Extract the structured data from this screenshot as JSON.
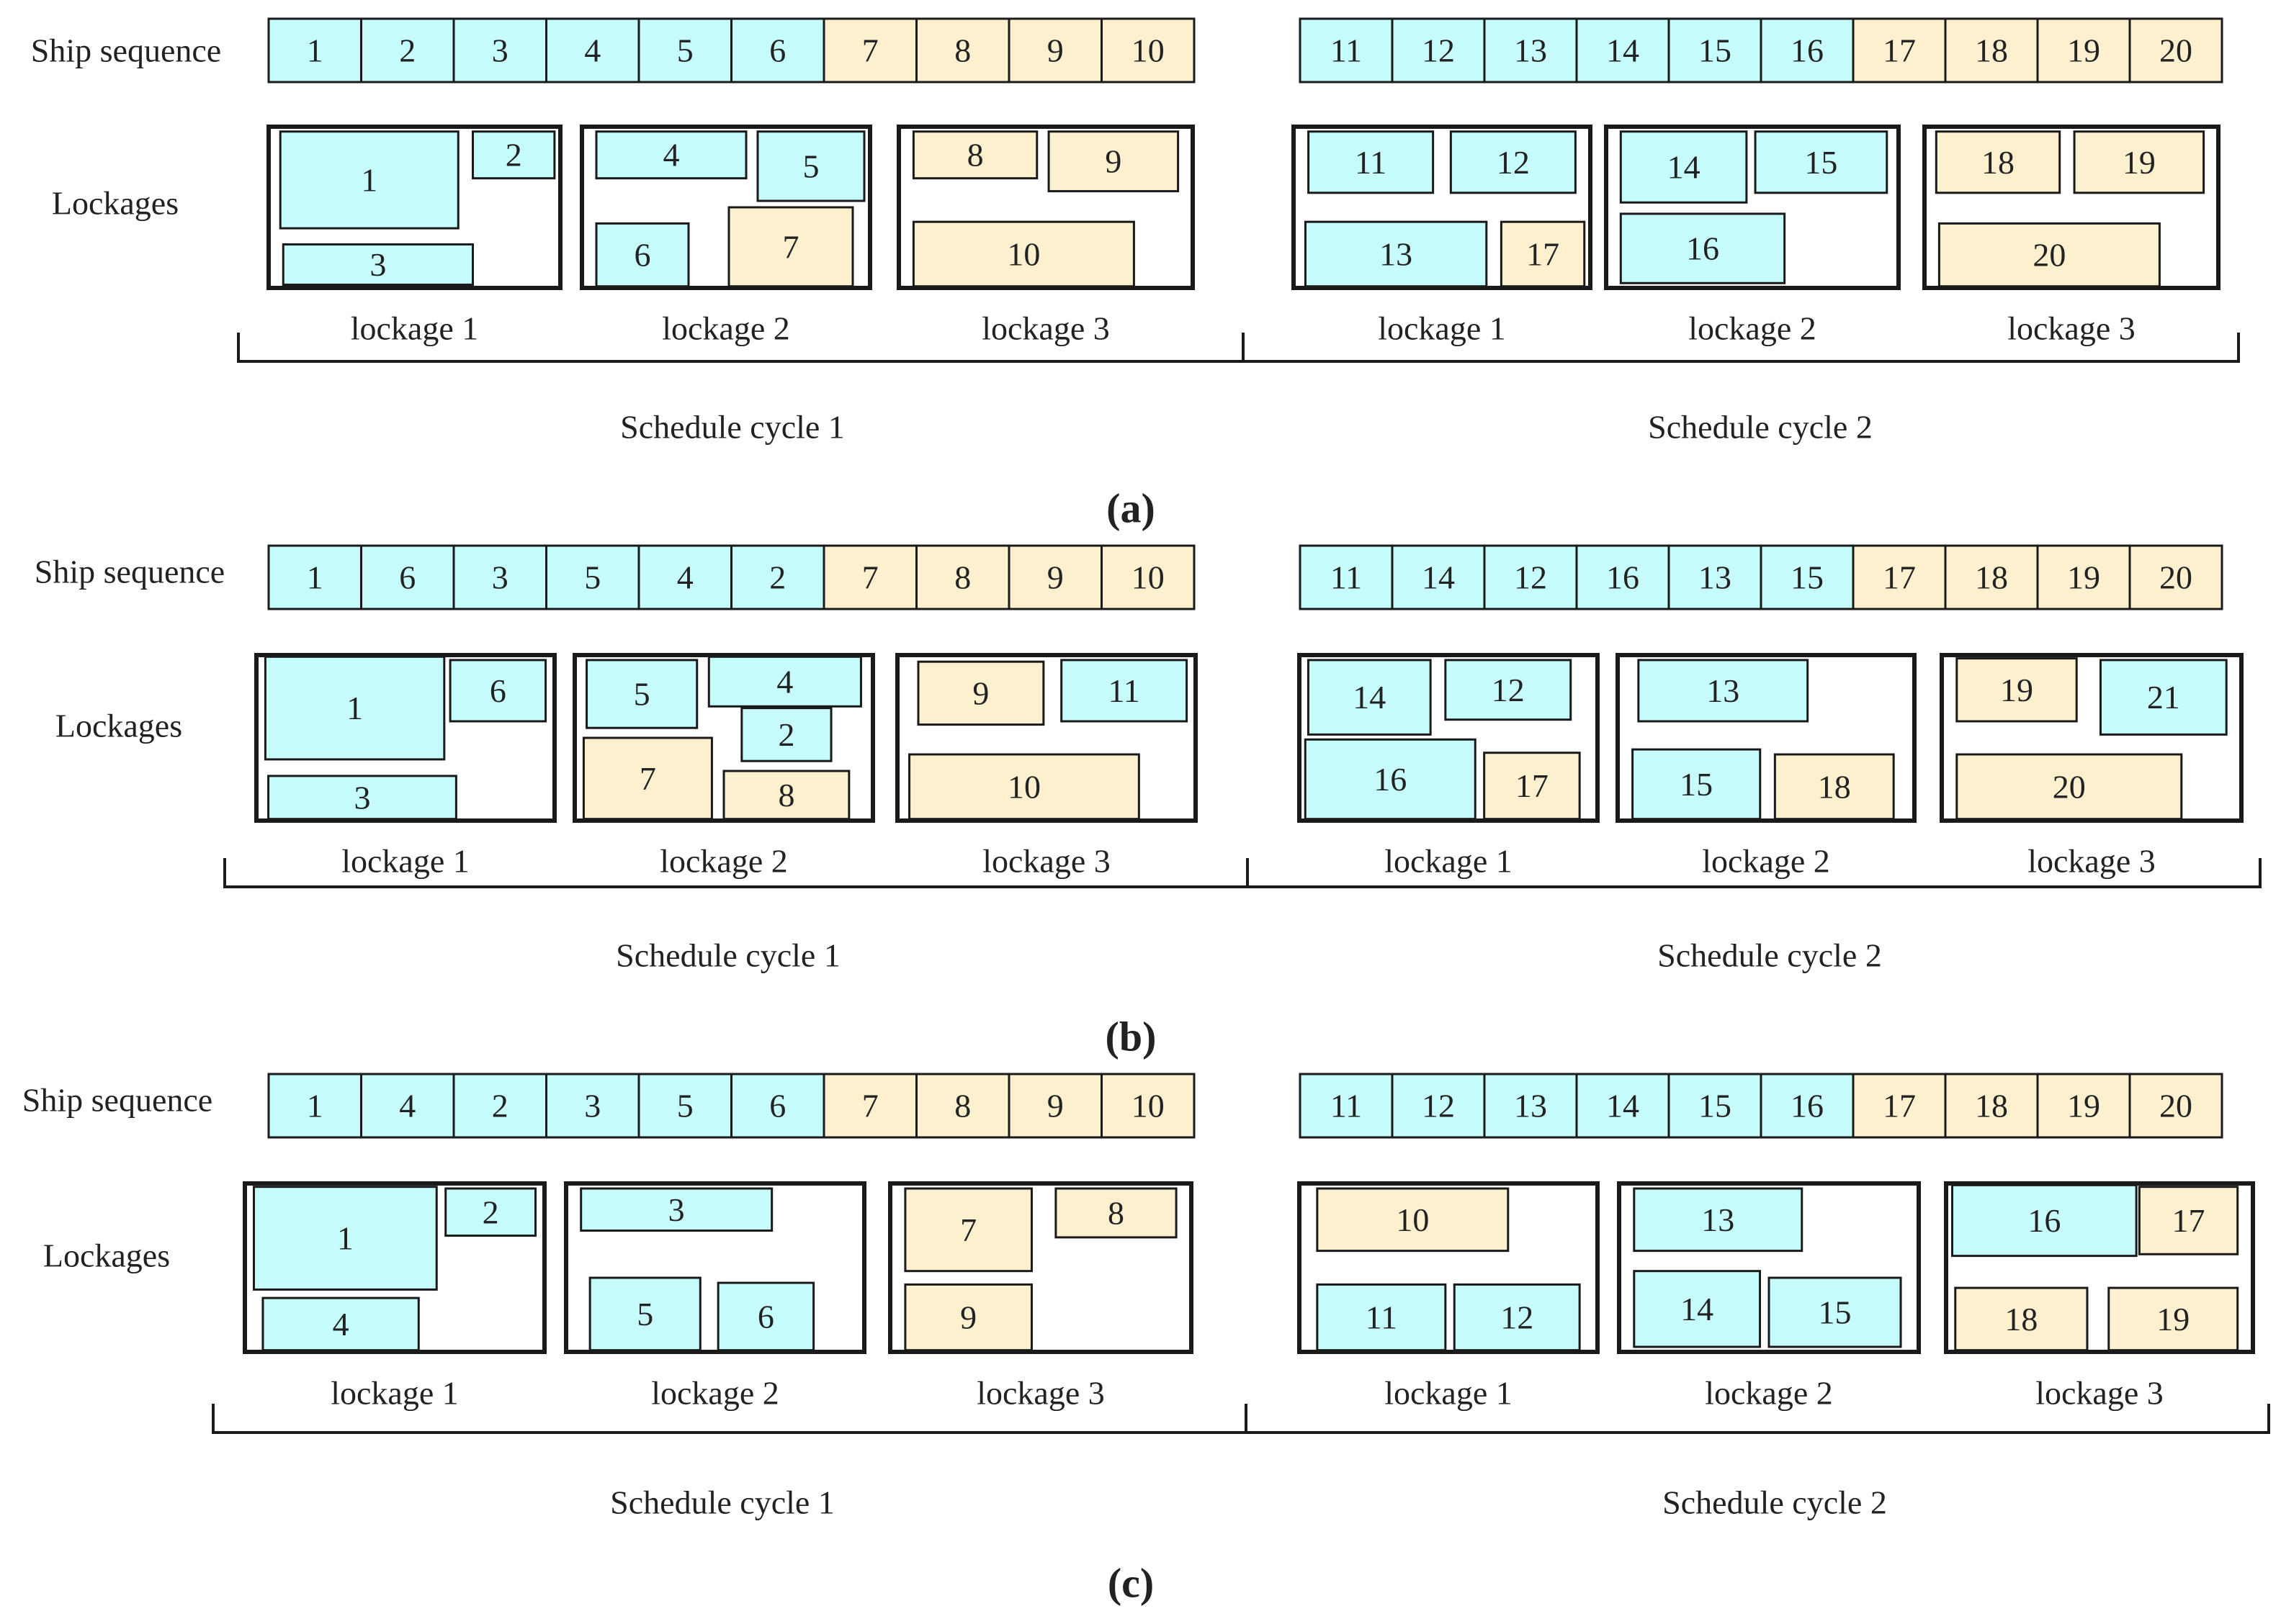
{
  "colors": {
    "cyan_ship": "#c6fcfc",
    "yellow_ship": "#fcf0cf",
    "stroke": "#1a1a1a",
    "text": "#222222"
  },
  "panels": [
    {
      "label": "(a)",
      "row_label_sequence": "Ship sequence",
      "row_label_lockages": "Lockages",
      "cycles": [
        {
          "label": "Schedule cycle 1",
          "sequence": [
            {
              "id": "1",
              "type": "cyan"
            },
            {
              "id": "2",
              "type": "cyan"
            },
            {
              "id": "3",
              "type": "cyan"
            },
            {
              "id": "4",
              "type": "cyan"
            },
            {
              "id": "5",
              "type": "cyan"
            },
            {
              "id": "6",
              "type": "cyan"
            },
            {
              "id": "7",
              "type": "yellow"
            },
            {
              "id": "8",
              "type": "yellow"
            },
            {
              "id": "9",
              "type": "yellow"
            },
            {
              "id": "10",
              "type": "yellow"
            }
          ],
          "lockages": [
            {
              "label": "lockage 1",
              "ships": [
                {
                  "id": "1",
                  "type": "cyan"
                },
                {
                  "id": "2",
                  "type": "cyan"
                },
                {
                  "id": "3",
                  "type": "cyan"
                }
              ]
            },
            {
              "label": "lockage 2",
              "ships": [
                {
                  "id": "4",
                  "type": "cyan"
                },
                {
                  "id": "5",
                  "type": "cyan"
                },
                {
                  "id": "6",
                  "type": "cyan"
                },
                {
                  "id": "7",
                  "type": "yellow"
                }
              ]
            },
            {
              "label": "lockage 3",
              "ships": [
                {
                  "id": "8",
                  "type": "yellow"
                },
                {
                  "id": "9",
                  "type": "yellow"
                },
                {
                  "id": "10",
                  "type": "yellow"
                }
              ]
            }
          ]
        },
        {
          "label": "Schedule cycle 2",
          "sequence": [
            {
              "id": "11",
              "type": "cyan"
            },
            {
              "id": "12",
              "type": "cyan"
            },
            {
              "id": "13",
              "type": "cyan"
            },
            {
              "id": "14",
              "type": "cyan"
            },
            {
              "id": "15",
              "type": "cyan"
            },
            {
              "id": "16",
              "type": "cyan"
            },
            {
              "id": "17",
              "type": "yellow"
            },
            {
              "id": "18",
              "type": "yellow"
            },
            {
              "id": "19",
              "type": "yellow"
            },
            {
              "id": "20",
              "type": "yellow"
            }
          ],
          "lockages": [
            {
              "label": "lockage 1",
              "ships": [
                {
                  "id": "11",
                  "type": "cyan"
                },
                {
                  "id": "12",
                  "type": "cyan"
                },
                {
                  "id": "13",
                  "type": "cyan"
                },
                {
                  "id": "17",
                  "type": "yellow"
                }
              ]
            },
            {
              "label": "lockage 2",
              "ships": [
                {
                  "id": "14",
                  "type": "cyan"
                },
                {
                  "id": "15",
                  "type": "cyan"
                },
                {
                  "id": "16",
                  "type": "cyan"
                }
              ]
            },
            {
              "label": "lockage 3",
              "ships": [
                {
                  "id": "18",
                  "type": "yellow"
                },
                {
                  "id": "19",
                  "type": "yellow"
                },
                {
                  "id": "20",
                  "type": "yellow"
                }
              ]
            }
          ]
        }
      ]
    },
    {
      "label": "(b)",
      "row_label_sequence": "Ship sequence",
      "row_label_lockages": "Lockages",
      "cycles": [
        {
          "label": "Schedule cycle 1",
          "sequence": [
            {
              "id": "1",
              "type": "cyan"
            },
            {
              "id": "6",
              "type": "cyan"
            },
            {
              "id": "3",
              "type": "cyan"
            },
            {
              "id": "5",
              "type": "cyan"
            },
            {
              "id": "4",
              "type": "cyan"
            },
            {
              "id": "2",
              "type": "cyan"
            },
            {
              "id": "7",
              "type": "yellow"
            },
            {
              "id": "8",
              "type": "yellow"
            },
            {
              "id": "9",
              "type": "yellow"
            },
            {
              "id": "10",
              "type": "yellow"
            }
          ],
          "lockages": [
            {
              "label": "lockage 1",
              "ships": [
                {
                  "id": "1",
                  "type": "cyan"
                },
                {
                  "id": "6",
                  "type": "cyan"
                },
                {
                  "id": "3",
                  "type": "cyan"
                }
              ]
            },
            {
              "label": "lockage 2",
              "ships": [
                {
                  "id": "5",
                  "type": "cyan"
                },
                {
                  "id": "4",
                  "type": "cyan"
                },
                {
                  "id": "2",
                  "type": "cyan"
                },
                {
                  "id": "7",
                  "type": "yellow"
                },
                {
                  "id": "8",
                  "type": "yellow"
                }
              ]
            },
            {
              "label": "lockage 3",
              "ships": [
                {
                  "id": "9",
                  "type": "yellow"
                },
                {
                  "id": "11",
                  "type": "cyan"
                },
                {
                  "id": "10",
                  "type": "yellow"
                }
              ]
            }
          ]
        },
        {
          "label": "Schedule cycle 2",
          "sequence": [
            {
              "id": "11",
              "type": "cyan"
            },
            {
              "id": "14",
              "type": "cyan"
            },
            {
              "id": "12",
              "type": "cyan"
            },
            {
              "id": "16",
              "type": "cyan"
            },
            {
              "id": "13",
              "type": "cyan"
            },
            {
              "id": "15",
              "type": "cyan"
            },
            {
              "id": "17",
              "type": "yellow"
            },
            {
              "id": "18",
              "type": "yellow"
            },
            {
              "id": "19",
              "type": "yellow"
            },
            {
              "id": "20",
              "type": "yellow"
            }
          ],
          "lockages": [
            {
              "label": "lockage 1",
              "ships": [
                {
                  "id": "14",
                  "type": "cyan"
                },
                {
                  "id": "12",
                  "type": "cyan"
                },
                {
                  "id": "16",
                  "type": "cyan"
                },
                {
                  "id": "17",
                  "type": "yellow"
                }
              ]
            },
            {
              "label": "lockage 2",
              "ships": [
                {
                  "id": "13",
                  "type": "cyan"
                },
                {
                  "id": "15",
                  "type": "cyan"
                },
                {
                  "id": "18",
                  "type": "yellow"
                }
              ]
            },
            {
              "label": "lockage 3",
              "ships": [
                {
                  "id": "19",
                  "type": "yellow"
                },
                {
                  "id": "21",
                  "type": "cyan"
                },
                {
                  "id": "20",
                  "type": "yellow"
                }
              ]
            }
          ]
        }
      ]
    },
    {
      "label": "(c)",
      "row_label_sequence": "Ship sequence",
      "row_label_lockages": "Lockages",
      "cycles": [
        {
          "label": "Schedule cycle 1",
          "sequence": [
            {
              "id": "1",
              "type": "cyan"
            },
            {
              "id": "4",
              "type": "cyan"
            },
            {
              "id": "2",
              "type": "cyan"
            },
            {
              "id": "3",
              "type": "cyan"
            },
            {
              "id": "5",
              "type": "cyan"
            },
            {
              "id": "6",
              "type": "cyan"
            },
            {
              "id": "7",
              "type": "yellow"
            },
            {
              "id": "8",
              "type": "yellow"
            },
            {
              "id": "9",
              "type": "yellow"
            },
            {
              "id": "10",
              "type": "yellow"
            }
          ],
          "lockages": [
            {
              "label": "lockage 1",
              "ships": [
                {
                  "id": "1",
                  "type": "cyan"
                },
                {
                  "id": "2",
                  "type": "cyan"
                },
                {
                  "id": "4",
                  "type": "cyan"
                }
              ]
            },
            {
              "label": "lockage 2",
              "ships": [
                {
                  "id": "3",
                  "type": "cyan"
                },
                {
                  "id": "5",
                  "type": "cyan"
                },
                {
                  "id": "6",
                  "type": "cyan"
                }
              ]
            },
            {
              "label": "lockage 3",
              "ships": [
                {
                  "id": "7",
                  "type": "yellow"
                },
                {
                  "id": "8",
                  "type": "yellow"
                },
                {
                  "id": "9",
                  "type": "yellow"
                }
              ]
            }
          ]
        },
        {
          "label": "Schedule cycle 2",
          "sequence": [
            {
              "id": "11",
              "type": "cyan"
            },
            {
              "id": "12",
              "type": "cyan"
            },
            {
              "id": "13",
              "type": "cyan"
            },
            {
              "id": "14",
              "type": "cyan"
            },
            {
              "id": "15",
              "type": "cyan"
            },
            {
              "id": "16",
              "type": "cyan"
            },
            {
              "id": "17",
              "type": "yellow"
            },
            {
              "id": "18",
              "type": "yellow"
            },
            {
              "id": "19",
              "type": "yellow"
            },
            {
              "id": "20",
              "type": "yellow"
            }
          ],
          "lockages": [
            {
              "label": "lockage 1",
              "ships": [
                {
                  "id": "10",
                  "type": "yellow"
                },
                {
                  "id": "11",
                  "type": "cyan"
                },
                {
                  "id": "12",
                  "type": "cyan"
                }
              ]
            },
            {
              "label": "lockage 2",
              "ships": [
                {
                  "id": "13",
                  "type": "cyan"
                },
                {
                  "id": "14",
                  "type": "cyan"
                },
                {
                  "id": "15",
                  "type": "cyan"
                }
              ]
            },
            {
              "label": "lockage 3",
              "ships": [
                {
                  "id": "16",
                  "type": "cyan"
                },
                {
                  "id": "17",
                  "type": "yellow"
                },
                {
                  "id": "18",
                  "type": "yellow"
                },
                {
                  "id": "19",
                  "type": "yellow"
                }
              ]
            }
          ]
        }
      ]
    }
  ]
}
